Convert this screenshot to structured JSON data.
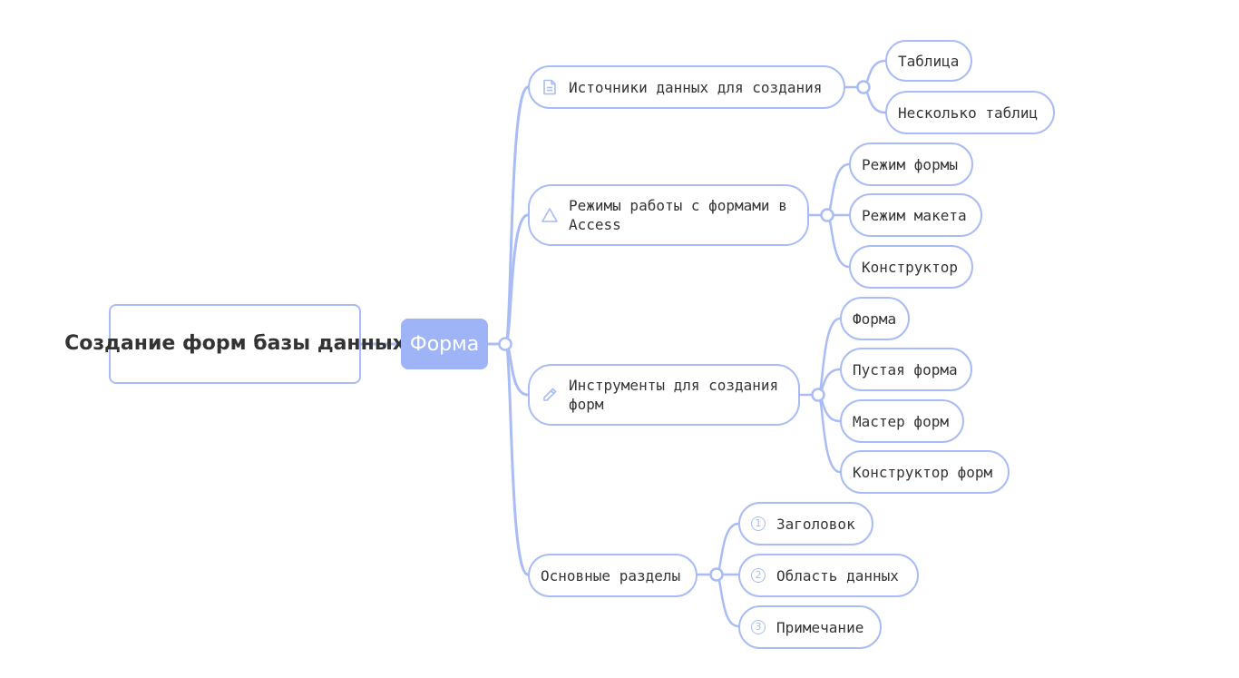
{
  "colors": {
    "line": "#a9bcf5",
    "hub_fill": "#9fb4f7",
    "text": "#353535",
    "background": "#ffffff"
  },
  "root": {
    "label": "Создание форм базы данных"
  },
  "hub": {
    "label": "Форма"
  },
  "branches": [
    {
      "label": "Источники данных для создания",
      "icon": "document-icon",
      "children": [
        {
          "label": "Таблица"
        },
        {
          "label": "Несколько таблиц"
        }
      ]
    },
    {
      "label": "Режимы работы с формами в Access",
      "icon": "triangle-icon",
      "children": [
        {
          "label": "Режим формы"
        },
        {
          "label": "Режим макета"
        },
        {
          "label": "Конструктор"
        }
      ]
    },
    {
      "label": "Инструменты для создания форм",
      "icon": "pencil-icon",
      "children": [
        {
          "label": "Форма"
        },
        {
          "label": "Пустая форма"
        },
        {
          "label": "Мастер форм"
        },
        {
          "label": "Конструктор форм"
        }
      ]
    },
    {
      "label": "Основные разделы",
      "icon": "",
      "children": [
        {
          "label": "Заголовок",
          "marker": "1"
        },
        {
          "label": "Область данных",
          "marker": "2"
        },
        {
          "label": "Примечание",
          "marker": "3"
        }
      ]
    }
  ]
}
